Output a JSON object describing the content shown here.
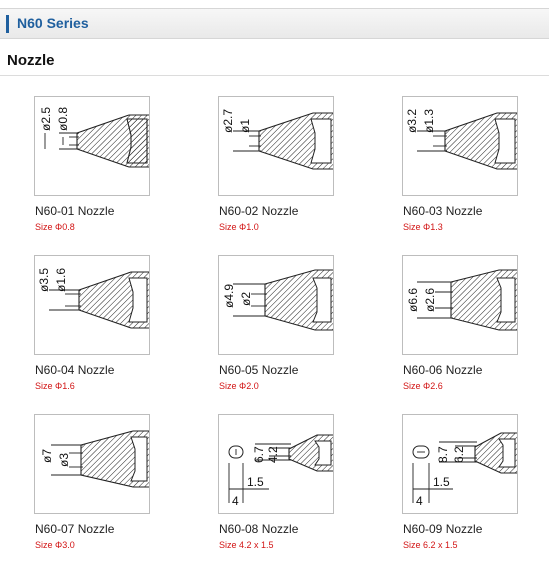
{
  "series_title": "N60 Series",
  "section_title": "Nozzle",
  "nozzles": [
    {
      "name": "N60-01 Nozzle",
      "size": "Size Φ0.8",
      "dim_outer": "ø2.5",
      "dim_inner": "ø0.8"
    },
    {
      "name": "N60-02 Nozzle",
      "size": "Size Φ1.0",
      "dim_outer": "ø2.7",
      "dim_inner": "ø1"
    },
    {
      "name": "N60-03 Nozzle",
      "size": "Size Φ1.3",
      "dim_outer": "ø3.2",
      "dim_inner": "ø1.3"
    },
    {
      "name": "N60-04 Nozzle",
      "size": "Size Φ1.6",
      "dim_outer": "ø3.5",
      "dim_inner": "ø1.6"
    },
    {
      "name": "N60-05 Nozzle",
      "size": "Size Φ2.0",
      "dim_outer": "ø4.9",
      "dim_inner": "ø2"
    },
    {
      "name": "N60-06 Nozzle",
      "size": "Size Φ2.6",
      "dim_outer": "ø6.6",
      "dim_inner": "ø2.6"
    },
    {
      "name": "N60-07 Nozzle",
      "size": "Size Φ3.0",
      "dim_outer": "ø7",
      "dim_inner": "ø3"
    },
    {
      "name": "N60-08 Nozzle",
      "size": "Size 4.2 x 1.5",
      "dim_outer": "6.7",
      "dim_inner": "4.2",
      "dim_width": "1.5",
      "dim_height": "4"
    },
    {
      "name": "N60-09 Nozzle",
      "size": "Size 6.2 x 1.5",
      "dim_outer": "8.7",
      "dim_inner": "6.2",
      "dim_width": "1.5",
      "dim_height": "4"
    }
  ]
}
